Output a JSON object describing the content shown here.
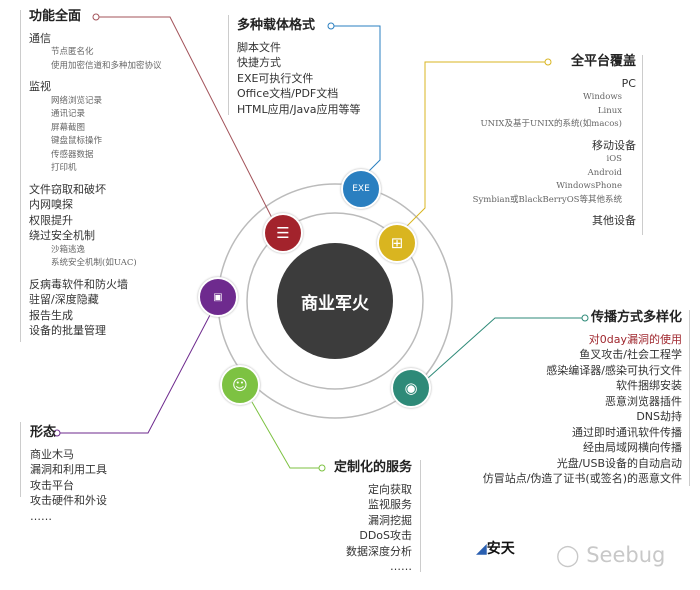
{
  "center": {
    "label": "商业军火"
  },
  "features": {
    "title": "功能全面",
    "groups": [
      {
        "label": "通信",
        "subs": [
          "节点匿名化",
          "使用加密信道和多种加密协议"
        ]
      },
      {
        "label": "监视",
        "subs": [
          "网络浏览记录",
          "通讯记录",
          "屏幕截图",
          "键盘鼠标操作",
          "传感器数据",
          "打印机"
        ]
      },
      {
        "label": "文件窃取和破坏"
      },
      {
        "label": "内网嗅探"
      },
      {
        "label": "权限提升"
      },
      {
        "label": "绕过安全机制",
        "subs": [
          "沙箱逃逸",
          "系统安全机制(如UAC)"
        ]
      },
      {
        "label": "反病毒软件和防火墙"
      },
      {
        "label": "驻留/深度隐藏"
      },
      {
        "label": "报告生成"
      },
      {
        "label": "设备的批量管理"
      }
    ]
  },
  "carriers": {
    "title": "多种载体格式",
    "items": [
      "脚本文件",
      "快捷方式",
      "EXE可执行文件",
      "Office文档/PDF文档",
      "HTML应用/Java应用等等"
    ]
  },
  "platforms": {
    "title": "全平台覆盖",
    "groups": [
      {
        "label": "PC",
        "subs": [
          "Windows",
          "Linux",
          "UNIX及基于UNIX的系统(如macos)"
        ]
      },
      {
        "label": "移动设备",
        "subs": [
          "iOS",
          "Android",
          "WindowsPhone",
          "Symbian或BlackBerryOS等其他系统"
        ]
      },
      {
        "label": "其他设备"
      }
    ]
  },
  "propagation": {
    "title": "传播方式多样化",
    "items": [
      "对0day漏洞的使用",
      "鱼叉攻击/社会工程学",
      "感染编译器/感染可执行文件",
      "软件捆绑安装",
      "恶意浏览器插件",
      "DNS劫持",
      "通过即时通讯软件传播",
      "经由局域网横向传播",
      "光盘/USB设备的自动启动",
      "仿冒站点/伪造了证书(或签名)的恶意文件"
    ]
  },
  "forms": {
    "title": "形态",
    "items": [
      "商业木马",
      "漏洞和利用工具",
      "攻击平台",
      "攻击硬件和外设",
      "……"
    ]
  },
  "services": {
    "title": "定制化的服务",
    "items": [
      "定向获取",
      "监视服务",
      "漏洞挖掘",
      "DDoS攻击",
      "数据深度分析",
      "……"
    ]
  },
  "logos": {
    "antiy": "安天",
    "seebug": "Seebug"
  },
  "colors": {
    "red": "#a3232c",
    "blue": "#2a7fc0",
    "yellow": "#d9b520",
    "purple": "#6e2a8e",
    "green": "#7dc242",
    "teal": "#2e8a78",
    "center": "#3c3c3c"
  }
}
